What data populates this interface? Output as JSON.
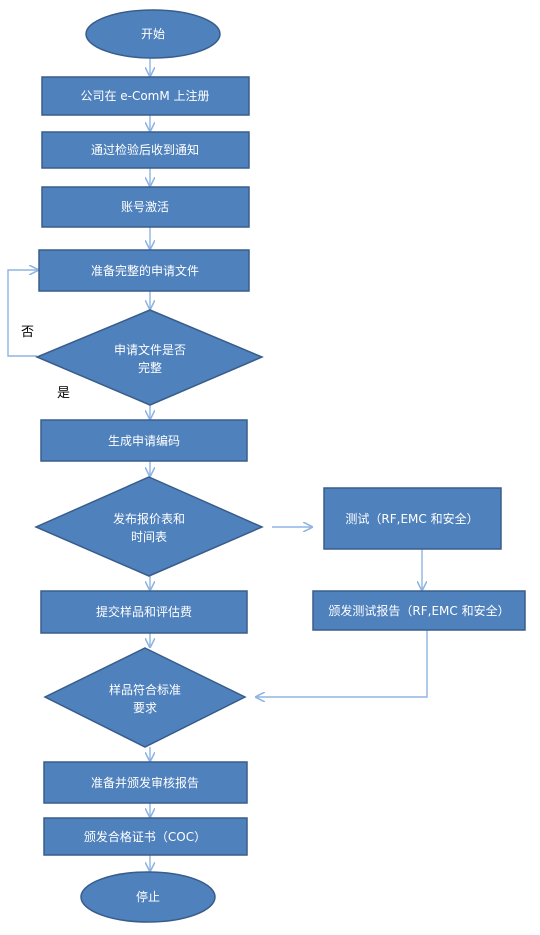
{
  "nodes": {
    "start": "开始",
    "register": "公司在 e-ComM 上注册",
    "notify": "通过检验后收到通知",
    "activate": "账号激活",
    "prepare_docs": "准备完整的申请文件",
    "docs_complete_line1": "申请文件是否",
    "docs_complete_line2": "完整",
    "gen_code": "生成申请编码",
    "quote_line1": "发布报价表和",
    "quote_line2": "时间表",
    "test": "测试（RF,EMC 和安全）",
    "issue_test_report": "颁发测试报告（RF,EMC 和安全）",
    "submit_samples": "提交样品和评估费",
    "samples_ok_line1": "样品符合标准",
    "samples_ok_line2": "要求",
    "review_report": "准备并颁发审核报告",
    "coc": "颁发合格证书（COC）",
    "stop": "停止"
  },
  "edge_labels": {
    "no": "否",
    "yes": "是"
  },
  "colors": {
    "node_fill": "#4f81bd",
    "node_stroke": "#385d8a",
    "connector": "#8eb4e3",
    "text": "#ffffff"
  }
}
